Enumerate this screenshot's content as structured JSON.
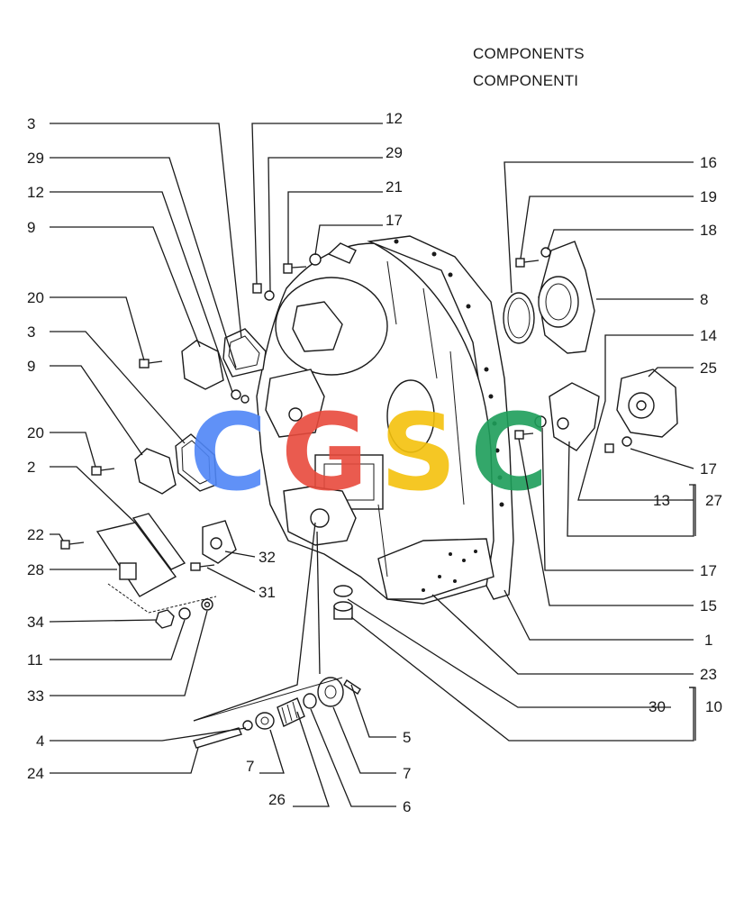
{
  "header": {
    "line1": "COMPONENTS",
    "line2": "COMPONENTI"
  },
  "watermark": {
    "letters": [
      "C",
      "G",
      "S",
      "C"
    ],
    "colors": [
      "#4f86f7",
      "#e84a3c",
      "#f4c20d",
      "#1e9e5a"
    ]
  },
  "callouts": {
    "l3a": "3",
    "l29a": "29",
    "l12a": "12",
    "l9a": "9",
    "l20a": "20",
    "l3b": "3",
    "l9b": "9",
    "l20b": "20",
    "l2": "2",
    "l22": "22",
    "l28": "28",
    "l34": "34",
    "l11": "11",
    "l33": "33",
    "l4": "4",
    "l24": "24",
    "t12": "12",
    "t29": "29",
    "t21": "21",
    "t17": "17",
    "r16": "16",
    "r19": "19",
    "r18": "18",
    "r8": "8",
    "r14": "14",
    "r25": "25",
    "r17a": "17",
    "r13": "13",
    "r27": "27",
    "r17b": "17",
    "r15": "15",
    "r1": "1",
    "r23": "23",
    "r30": "30",
    "r10": "10",
    "b32": "32",
    "b31": "31",
    "b5": "5",
    "b7a": "7",
    "b7b": "7",
    "b26": "26",
    "b6": "6"
  }
}
